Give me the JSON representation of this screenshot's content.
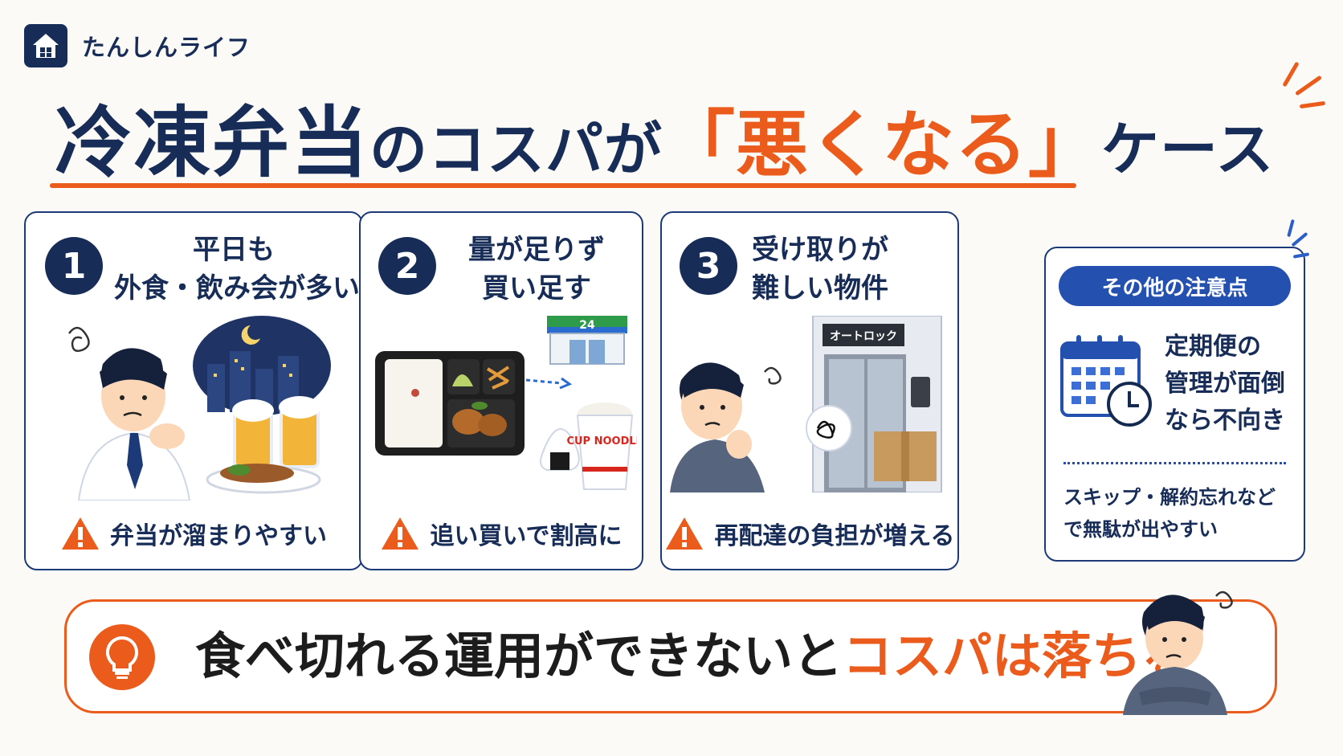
{
  "brand": {
    "name": "たんしんライフ",
    "logo_icon": "house-icon"
  },
  "headline": {
    "part1": "冷凍弁当",
    "part2": "のコスパが",
    "part3": "「悪くなる」",
    "part4": "ケース"
  },
  "cards": [
    {
      "number": "1",
      "title_line1": "平日も",
      "title_line2": "外食・飲み会が多い",
      "warning": "弁当が溜まりやすい",
      "illustration": "worried-man-with-beer-and-city-night-icon"
    },
    {
      "number": "2",
      "title_line1": "量が足りず",
      "title_line2": "買い足す",
      "warning": "追い買いで割高に",
      "illustration": "bento-tray-convenience-store-onigiri-cup-noodle-icon",
      "store_sign": "24",
      "cup_label": "CUP NOODLE"
    },
    {
      "number": "3",
      "title_line1": "受け取りが",
      "title_line2": "難しい物件",
      "warning": "再配達の負担が増える",
      "illustration": "worried-man-auto-lock-door-package-icon",
      "door_label": "オートロック"
    }
  ],
  "side": {
    "pill": "その他の注意点",
    "line1": "定期便の",
    "line2": "管理が面倒",
    "line3": "なら不向き",
    "sub_line1": "スキップ・解約忘れなど",
    "sub_line2": "で無駄が出やすい",
    "icon": "calendar-clock-icon"
  },
  "banner": {
    "text_a": "食べ切れる運用ができないと",
    "text_b": "コスパは落ちる",
    "icon": "lightbulb-icon"
  },
  "colors": {
    "navy": "#172c57",
    "orange": "#ea5b1c",
    "blue": "#2450b0"
  }
}
